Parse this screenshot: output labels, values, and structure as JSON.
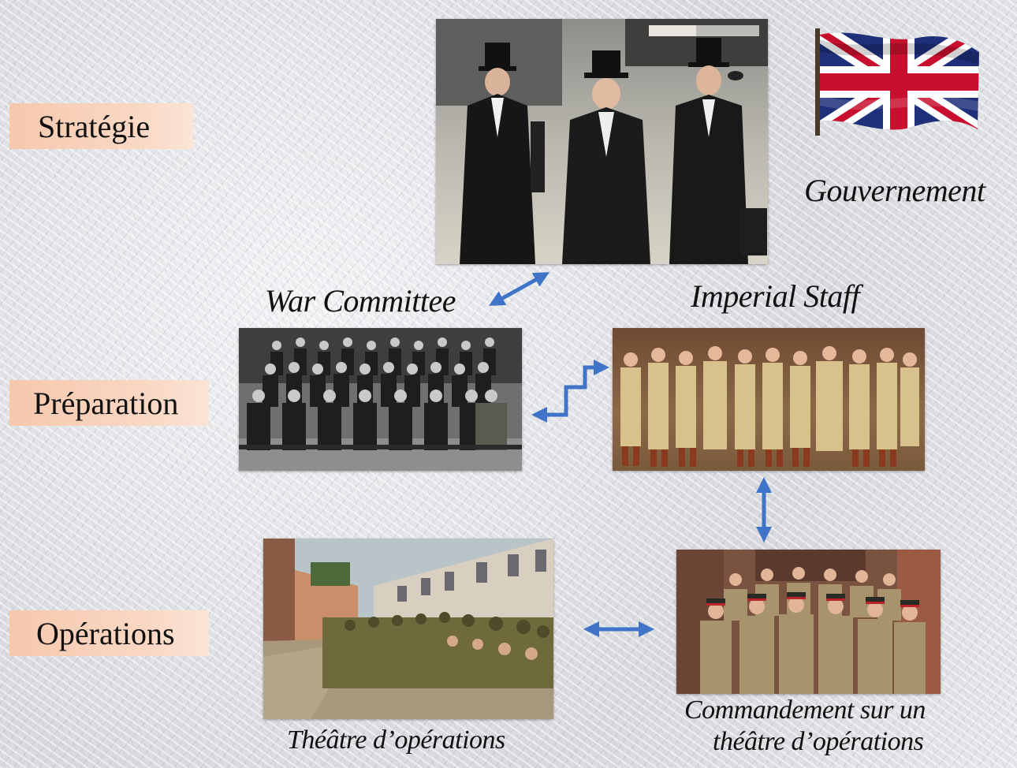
{
  "levels": {
    "strategie": "Stratégie",
    "preparation": "Préparation",
    "operations": "Opérations"
  },
  "captions": {
    "gouvernement": "Gouvernement",
    "war_committee": "War Committee",
    "imperial_staff": "Imperial Staff",
    "theatre": "Théâtre d’opérations",
    "commandement_line1": "Commandement sur un",
    "commandement_line2": "théâtre d’opérations"
  },
  "colors": {
    "label_bg": "#f8d2bc",
    "arrow": "#3f74c9"
  },
  "icons": {
    "flag": "union-jack-flag-icon"
  }
}
